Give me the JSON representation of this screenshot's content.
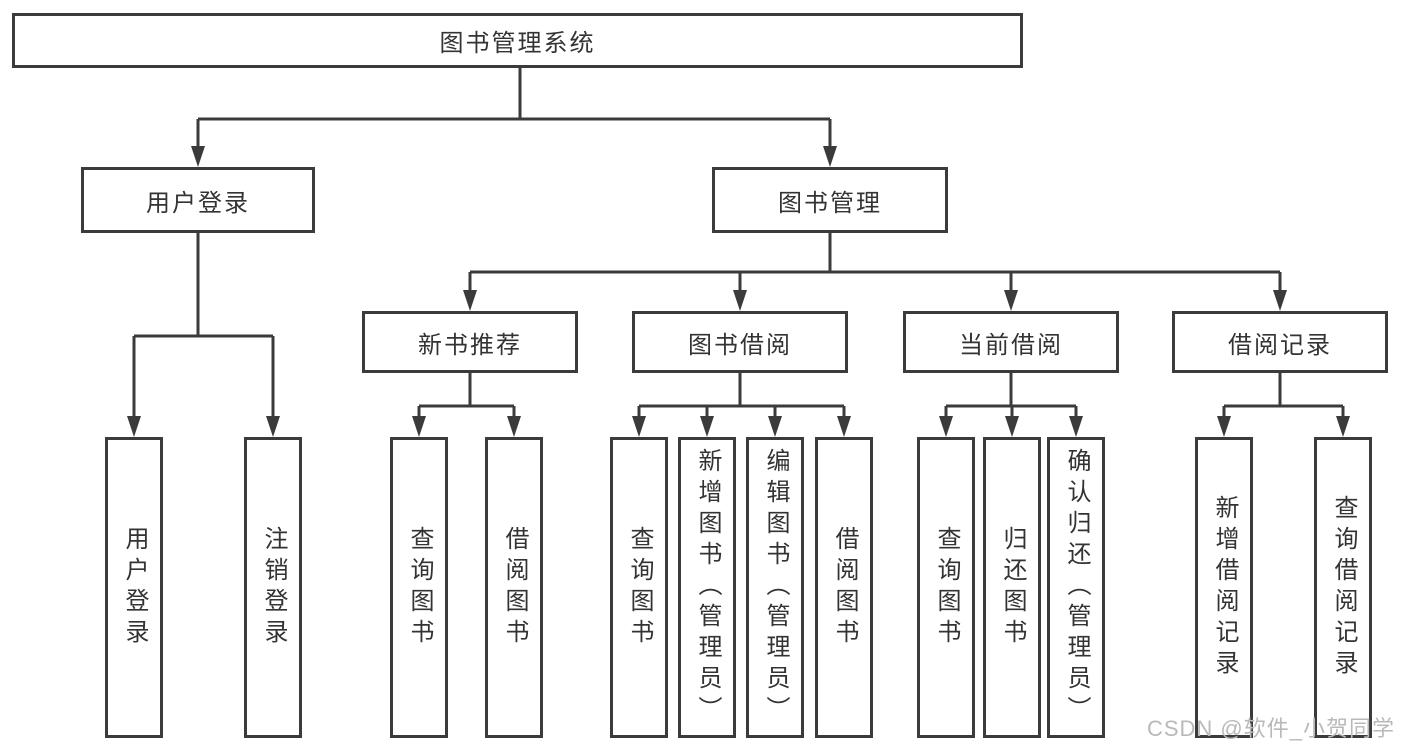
{
  "diagram": {
    "type": "tree",
    "root": {
      "label": "图书管理系统"
    },
    "branches": [
      {
        "label": "用户登录",
        "children": [
          {
            "label": "用户登录"
          },
          {
            "label": "注销登录"
          }
        ]
      },
      {
        "label": "图书管理",
        "children": [
          {
            "label": "新书推荐",
            "children": [
              {
                "label": "查询图书"
              },
              {
                "label": "借阅图书"
              }
            ]
          },
          {
            "label": "图书借阅",
            "children": [
              {
                "label": "查询图书"
              },
              {
                "label": "新增图书（管理员）"
              },
              {
                "label": "编辑图书（管理员）"
              },
              {
                "label": "借阅图书"
              }
            ]
          },
          {
            "label": "当前借阅",
            "children": [
              {
                "label": "查询图书"
              },
              {
                "label": "归还图书"
              },
              {
                "label": "确认归还（管理员）"
              }
            ]
          },
          {
            "label": "借阅记录",
            "children": [
              {
                "label": "新增借阅记录"
              },
              {
                "label": "查询借阅记录"
              }
            ]
          }
        ]
      }
    ]
  },
  "watermark": "CSDN @软件_小贺同学",
  "colors": {
    "line": "#3b3b3b",
    "text": "#333333",
    "background": "#ffffff",
    "watermark": "#b9b9b9"
  }
}
